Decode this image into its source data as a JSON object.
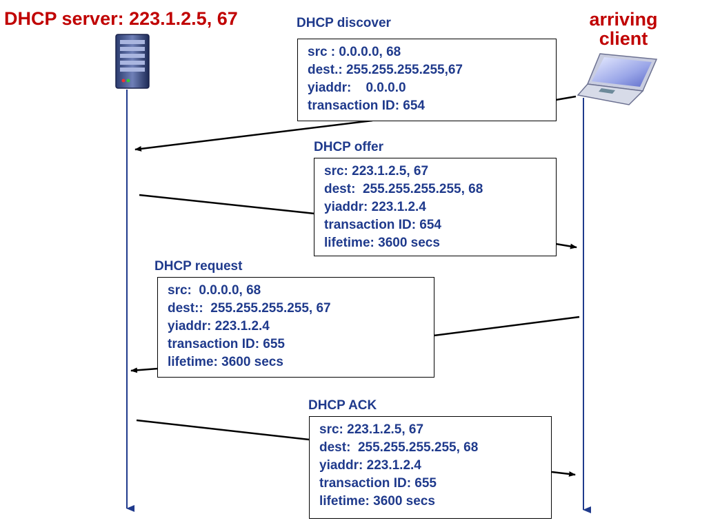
{
  "server": {
    "title": "DHCP server: 223.1.2.5,  67",
    "icon": "server-icon"
  },
  "client": {
    "title_line1": "arriving",
    "title_line2": "client",
    "icon": "laptop-icon"
  },
  "colors": {
    "title": "#c00000",
    "text": "#1f3a8c",
    "timeline": "#1f3a8c"
  },
  "messages": [
    {
      "title": "DHCP discover",
      "direction": "client-to-server",
      "fields": {
        "src": "src : 0.0.0.0, 68",
        "dest": "dest.: 255.255.255.255,67",
        "yiaddr": "yiaddr:    0.0.0.0",
        "transaction_id": "transaction ID: 654"
      }
    },
    {
      "title": "DHCP offer",
      "direction": "server-to-client",
      "fields": {
        "src": "src: 223.1.2.5, 67",
        "dest": "dest:  255.255.255.255, 68",
        "yiaddr": "yiaddr: 223.1.2.4",
        "transaction_id": "transaction ID: 654",
        "lifetime": "lifetime: 3600 secs"
      }
    },
    {
      "title": "DHCP request",
      "direction": "client-to-server",
      "fields": {
        "src": "src:  0.0.0.0, 68",
        "dest": "dest::  255.255.255.255, 67",
        "yiaddr": "yiaddr: 223.1.2.4",
        "transaction_id": "transaction ID: 655",
        "lifetime": "lifetime: 3600 secs"
      }
    },
    {
      "title": "DHCP ACK",
      "direction": "server-to-client",
      "fields": {
        "src": "src: 223.1.2.5, 67",
        "dest": "dest:  255.255.255.255, 68",
        "yiaddr": "yiaddr: 223.1.2.4",
        "transaction_id": "transaction ID: 655",
        "lifetime": "lifetime: 3600 secs"
      }
    }
  ]
}
